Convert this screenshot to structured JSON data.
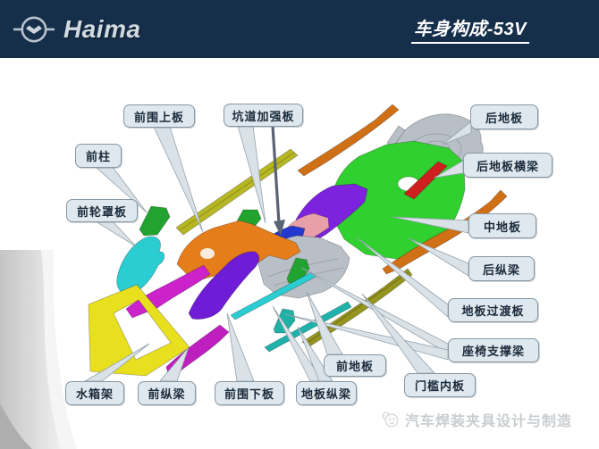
{
  "header": {
    "brand": "Haima",
    "title": "车身构成-53V"
  },
  "colors": {
    "header_bg": "#152e4a",
    "header_text": "#ffffff",
    "brand_silver": "#d2dae1",
    "label_fill": "#dee8ee",
    "label_border": "#8898a4",
    "label_text": "#1b2a39",
    "leader_fill": "#dae2e8",
    "arrow_dark": "#5a6375"
  },
  "labels": [
    {
      "text": "前围上板"
    },
    {
      "text": "坑道加强板"
    },
    {
      "text": "后地板"
    },
    {
      "text": "前柱"
    },
    {
      "text": "后地板横梁"
    },
    {
      "text": "前轮罩板"
    },
    {
      "text": "中地板"
    },
    {
      "text": "后纵梁"
    },
    {
      "text": "地板过渡板"
    },
    {
      "text": "座椅支撑梁"
    },
    {
      "text": "前地板"
    },
    {
      "text": "门槛内板"
    },
    {
      "text": "水箱架"
    },
    {
      "text": "前纵梁"
    },
    {
      "text": "前围下板"
    },
    {
      "text": "地板纵梁"
    }
  ],
  "parts": [
    {
      "name": "radiator-frame",
      "color": "#e8df1f"
    },
    {
      "name": "front-side-rail-upper",
      "color": "#cc22cc"
    },
    {
      "name": "front-side-rail-lower",
      "color": "#bf1fbf"
    },
    {
      "name": "front-wall-lower-panel",
      "color": "#6f1cd6"
    },
    {
      "name": "front-wheel-house-panel",
      "color": "#2acdd1"
    },
    {
      "name": "front-pillar-bracket",
      "color": "#22a330"
    },
    {
      "name": "front-wall-upper-assembly",
      "color": "#e57d1b"
    },
    {
      "name": "front-cross-beam",
      "color": "#b6b723"
    },
    {
      "name": "rear-side-rail-left",
      "color": "#cf6f16"
    },
    {
      "name": "rear-floor-panel",
      "color": "#b9bfc7"
    },
    {
      "name": "rear-floor-crossmember",
      "color": "#d01f1f"
    },
    {
      "name": "middle-floor-panel",
      "color": "#2fd02f"
    },
    {
      "name": "rear-side-rail-right",
      "color": "#cf6f16"
    },
    {
      "name": "floor-transition-panel",
      "color": "#7d22dd"
    },
    {
      "name": "tunnel-brace",
      "color": "#e8a0a8"
    },
    {
      "name": "tunnel-reinforcement-panel",
      "color": "#2538cf"
    },
    {
      "name": "front-floor-panel",
      "color": "#b9bfc7"
    },
    {
      "name": "seat-support-beam-1",
      "color": "#22a330"
    },
    {
      "name": "seat-support-beam-2",
      "color": "#1fb0a6"
    },
    {
      "name": "door-sill-inner-panel",
      "color": "#94941f"
    },
    {
      "name": "floor-side-rail-1",
      "color": "#2acdd1"
    },
    {
      "name": "floor-side-rail-2",
      "color": "#1fb2aa"
    },
    {
      "name": "small-green-bracket",
      "color": "#22a330"
    },
    {
      "name": "small-gray-bracket",
      "color": "#b9bfc7"
    }
  ],
  "watermark": {
    "text": "汽车焊装夹具设计与制造"
  }
}
